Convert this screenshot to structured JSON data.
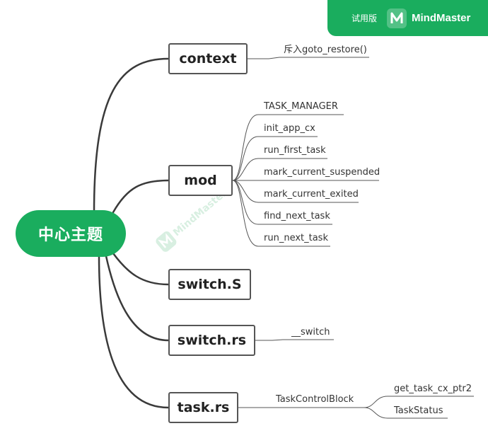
{
  "badge": {
    "trial": "试用版",
    "brand": "MindMaster",
    "logo_icon": "mindmaster-logo-icon"
  },
  "central": "中心主题",
  "watermark": "MindMaster",
  "topics": {
    "context": {
      "label": "context",
      "items": [
        "斥入goto_restore()"
      ]
    },
    "mod": {
      "label": "mod",
      "items": [
        "TASK_MANAGER",
        "init_app_cx",
        "run_first_task",
        "mark_current_suspended",
        "mark_current_exited",
        "find_next_task",
        "run_next_task"
      ]
    },
    "switch_s": {
      "label": "switch.S"
    },
    "switch_rs": {
      "label": "switch.rs",
      "items": [
        "__switch"
      ]
    },
    "task_rs": {
      "label": "task.rs",
      "items": [
        "TaskControlBlock"
      ],
      "sub_items": [
        "get_task_cx_ptr2",
        "TaskStatus"
      ]
    }
  },
  "colors": {
    "accent": "#1aad5e",
    "line": "#3a3a3a"
  }
}
